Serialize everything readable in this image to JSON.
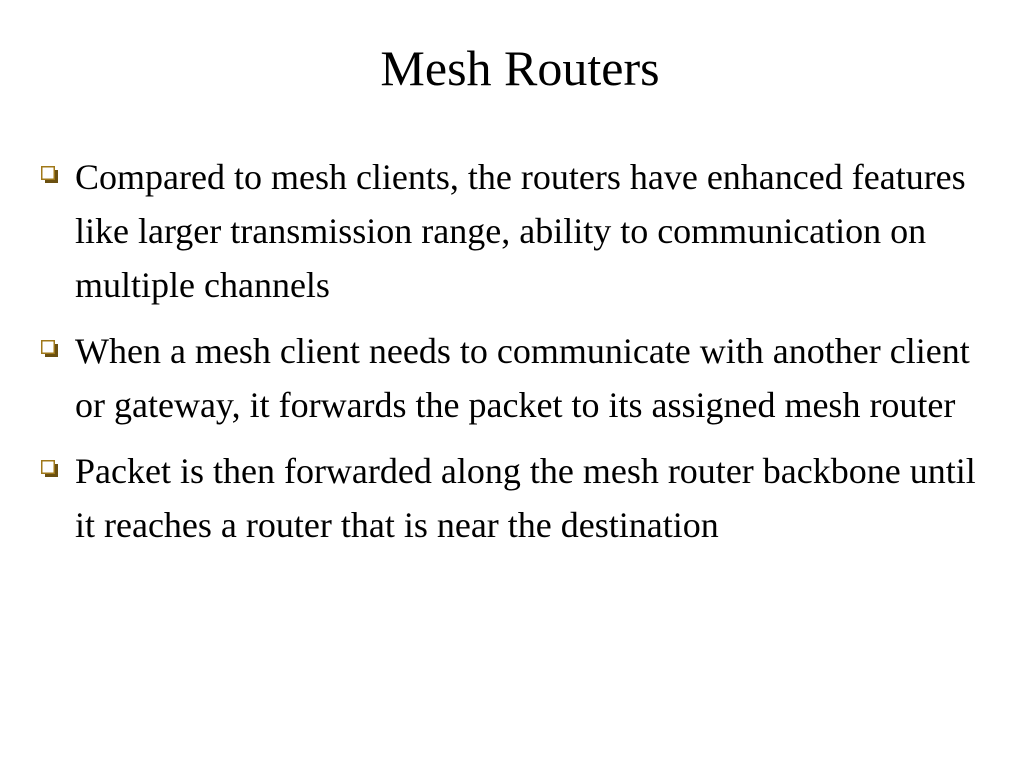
{
  "slide": {
    "title": "Mesh Routers",
    "bullet_color": "#a07818",
    "bullet_icon": "square-checkbox-bullet-icon",
    "bullets": [
      {
        "text": "Compared to mesh clients, the routers have enhanced features like larger transmission range, ability to communication on multiple channels"
      },
      {
        "text": "When a mesh client needs to communicate with another client or gateway, it forwards the packet to its assigned mesh router"
      },
      {
        "text": "Packet is then forwarded along the mesh router backbone until it reaches a router that is near the destination"
      }
    ]
  }
}
